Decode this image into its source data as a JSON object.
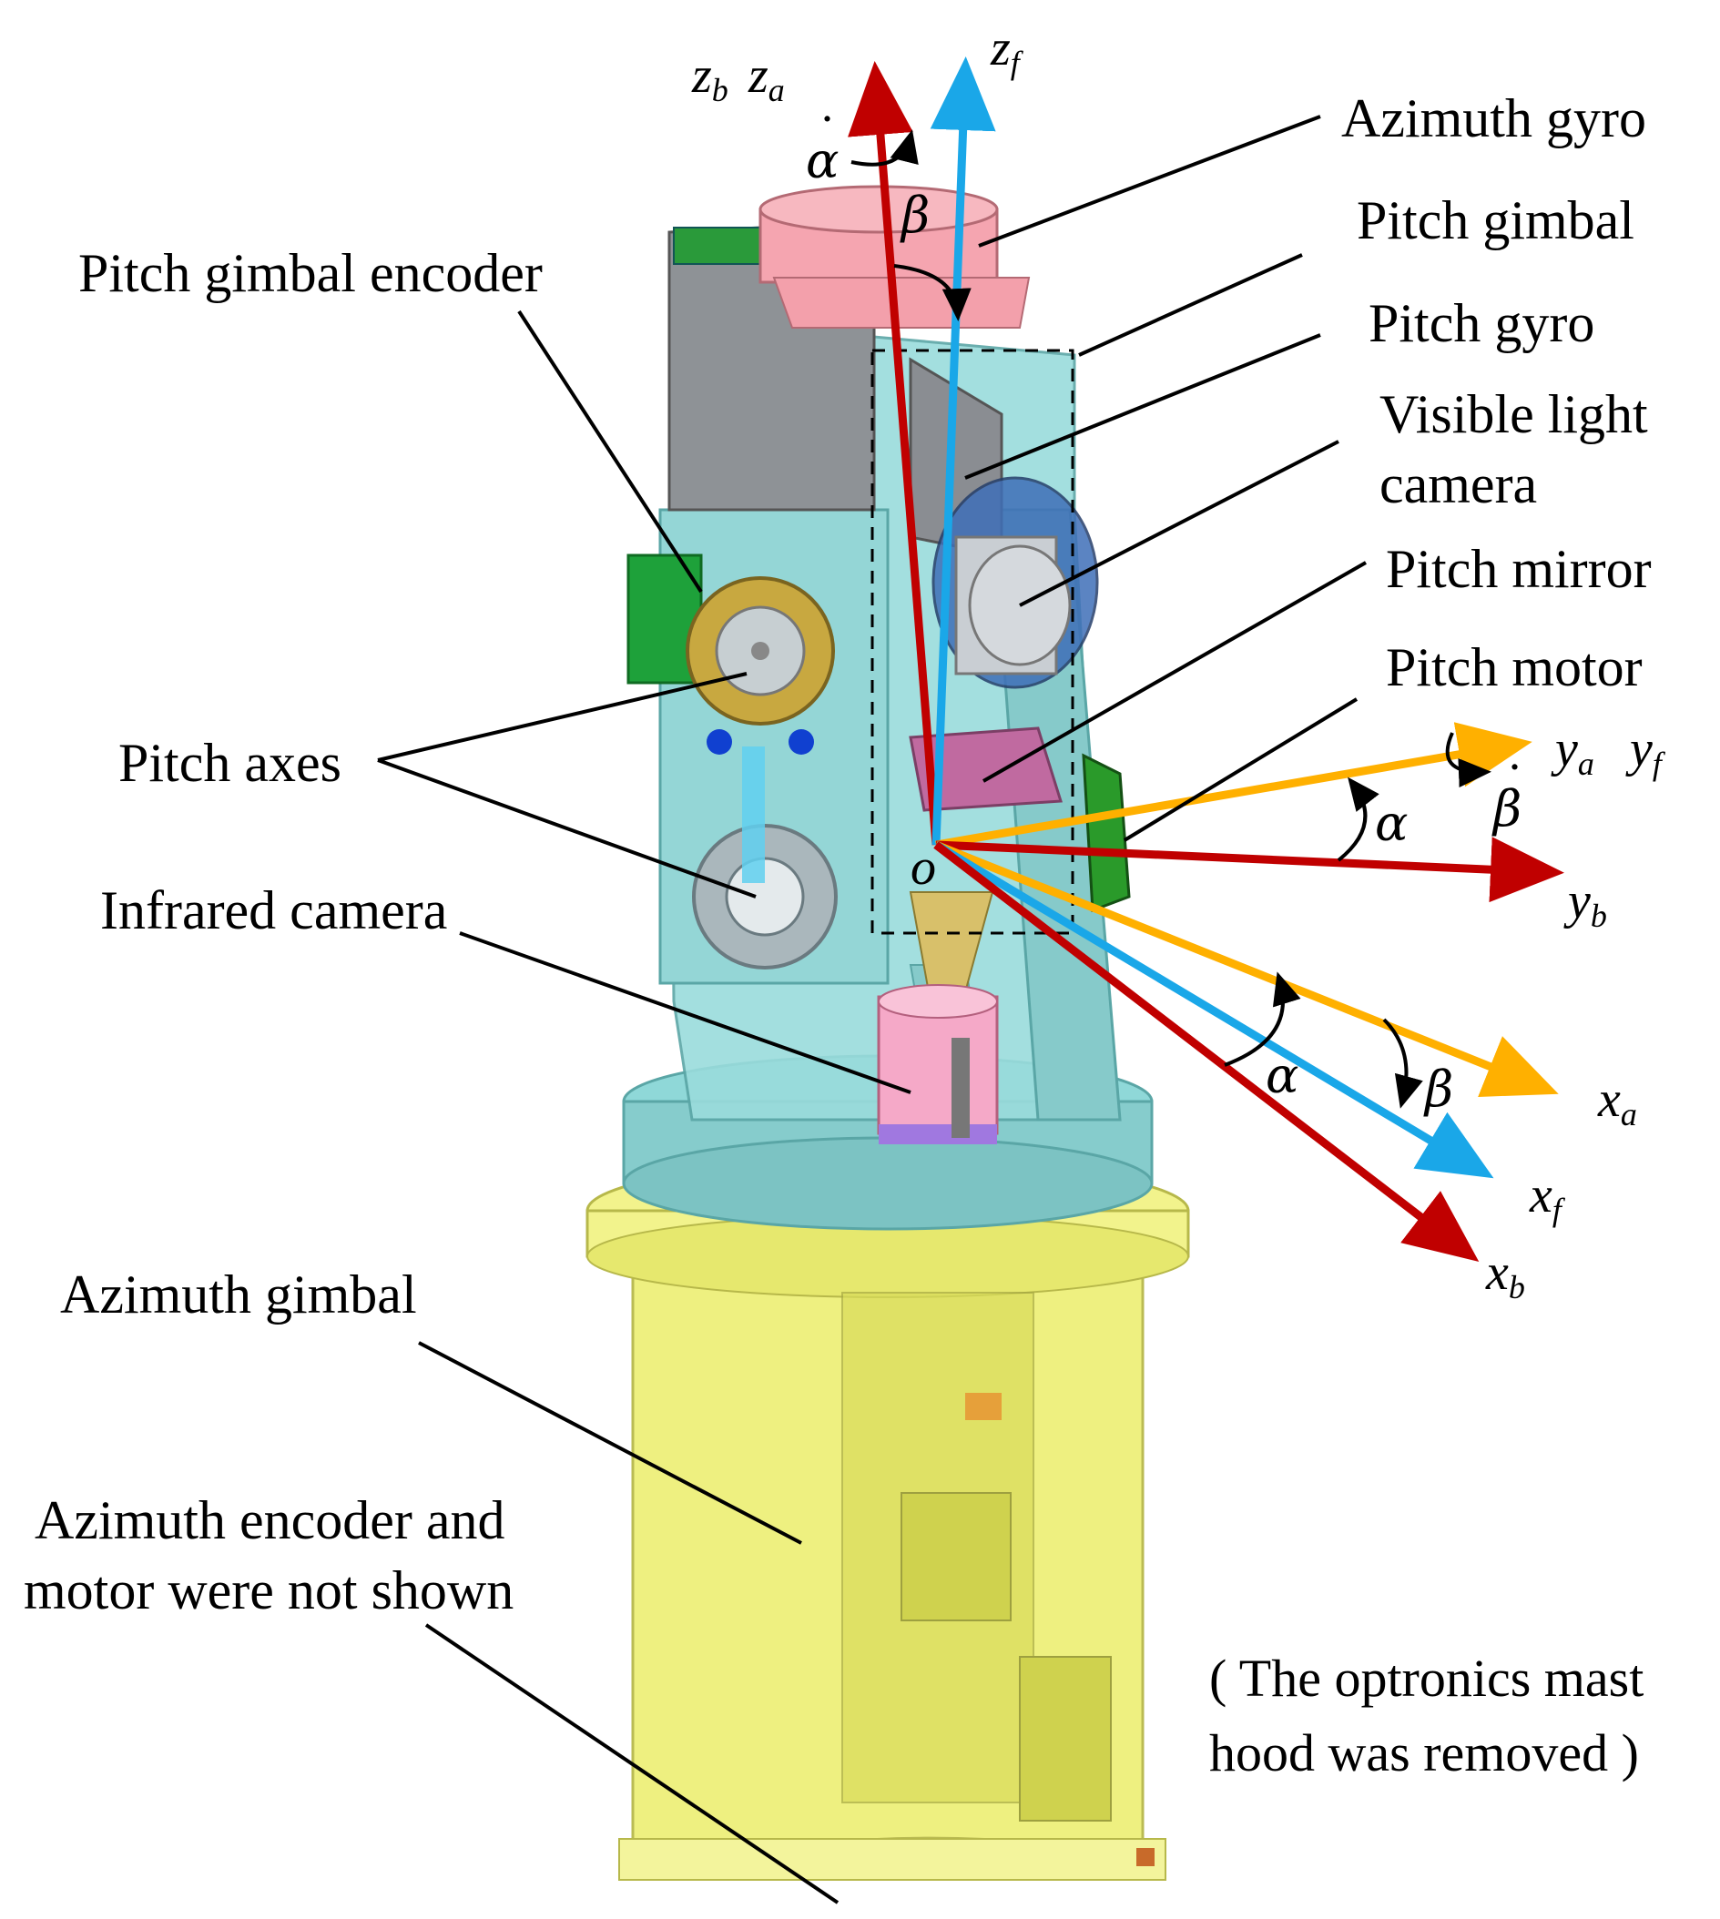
{
  "labels": {
    "azimuth_gyro": "Azimuth gyro",
    "pitch_gimbal": "Pitch gimbal",
    "pitch_gyro": "Pitch gyro",
    "visible_light_camera_1": "Visible light",
    "visible_light_camera_2": "camera",
    "pitch_mirror": "Pitch mirror",
    "pitch_motor": "Pitch motor",
    "pitch_gimbal_encoder": "Pitch gimbal encoder",
    "pitch_axes": "Pitch axes",
    "infrared_camera": "Infrared camera",
    "azimuth_gimbal": "Azimuth gimbal",
    "azimuth_encoder_1": "Azimuth encoder and",
    "azimuth_encoder_2": "motor were not shown",
    "note_1": "( The optronics mast",
    "note_2": "hood was removed )"
  },
  "axes": {
    "z_b": {
      "base": "z",
      "sub": "b"
    },
    "z_a": {
      "base": "z",
      "sub": "a"
    },
    "z_f": {
      "base": "z",
      "sub": "f"
    },
    "y_a": {
      "base": "y",
      "sub": "a"
    },
    "y_f": {
      "base": "y",
      "sub": "f"
    },
    "y_b": {
      "base": "y",
      "sub": "b"
    },
    "x_a": {
      "base": "x",
      "sub": "a"
    },
    "x_f": {
      "base": "x",
      "sub": "f"
    },
    "x_b": {
      "base": "x",
      "sub": "b"
    },
    "origin": "o"
  },
  "angles": {
    "alpha": "α",
    "beta": "β",
    "alpha_dot": "α",
    "beta_dot": "β"
  },
  "colors": {
    "body_frame": "#c00000",
    "frame_a": "#ffb000",
    "frame_f": "#1aa7e8",
    "gimbal_cyan": "#8fd8d8",
    "azimuth_yellow": "#eef07a",
    "gyro_pink": "#f5a5b0"
  }
}
